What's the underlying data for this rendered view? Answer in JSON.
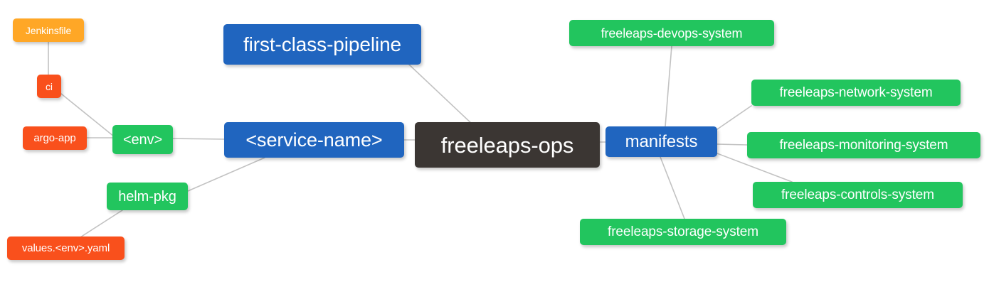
{
  "diagram": {
    "title": "freeleaps-ops repository mindmap",
    "type": "mindmap",
    "background": "#ffffff",
    "edge_color": "#c2c2c2",
    "palette": {
      "root": "#3b3633",
      "blue": "#2065bf",
      "green": "#22c55e",
      "orange": "#ffa726",
      "red": "#f9501c",
      "text": "#ffffff"
    }
  },
  "nodes": {
    "freeleaps_ops": {
      "label": "freeleaps-ops",
      "color": "#3b3633",
      "kind": "root"
    },
    "first_class_pipeline": {
      "label": "first-class-pipeline",
      "color": "#2065bf",
      "kind": "branch"
    },
    "service_name": {
      "label": "<service-name>",
      "color": "#2065bf",
      "kind": "branch"
    },
    "manifests": {
      "label": "manifests",
      "color": "#2065bf",
      "kind": "branch"
    },
    "env": {
      "label": "<env>",
      "color": "#22c55e",
      "kind": "leaf"
    },
    "helm_pkg": {
      "label": "helm-pkg",
      "color": "#22c55e",
      "kind": "leaf"
    },
    "jenkinsfile": {
      "label": "Jenkinsfile",
      "color": "#ffa726",
      "kind": "leaf"
    },
    "ci": {
      "label": "ci",
      "color": "#f9501c",
      "kind": "leaf"
    },
    "argo_app": {
      "label": "argo-app",
      "color": "#f9501c",
      "kind": "leaf"
    },
    "values_yaml": {
      "label": "values.<env>.yaml",
      "color": "#f9501c",
      "kind": "leaf"
    },
    "devops_system": {
      "label": "freeleaps-devops-system",
      "color": "#22c55e",
      "kind": "leaf"
    },
    "network_system": {
      "label": "freeleaps-network-system",
      "color": "#22c55e",
      "kind": "leaf"
    },
    "monitoring_system": {
      "label": "freeleaps-monitoring-system",
      "color": "#22c55e",
      "kind": "leaf"
    },
    "controls_system": {
      "label": "freeleaps-controls-system",
      "color": "#22c55e",
      "kind": "leaf"
    },
    "storage_system": {
      "label": "freeleaps-storage-system",
      "color": "#22c55e",
      "kind": "leaf"
    }
  },
  "edges": [
    {
      "from": "freeleaps_ops",
      "to": "first_class_pipeline"
    },
    {
      "from": "freeleaps_ops",
      "to": "service_name"
    },
    {
      "from": "freeleaps_ops",
      "to": "manifests"
    },
    {
      "from": "service_name",
      "to": "env"
    },
    {
      "from": "service_name",
      "to": "helm_pkg"
    },
    {
      "from": "env",
      "to": "ci"
    },
    {
      "from": "env",
      "to": "argo_app"
    },
    {
      "from": "ci",
      "to": "jenkinsfile"
    },
    {
      "from": "helm_pkg",
      "to": "values_yaml"
    },
    {
      "from": "manifests",
      "to": "devops_system"
    },
    {
      "from": "manifests",
      "to": "network_system"
    },
    {
      "from": "manifests",
      "to": "monitoring_system"
    },
    {
      "from": "manifests",
      "to": "controls_system"
    },
    {
      "from": "manifests",
      "to": "storage_system"
    }
  ]
}
